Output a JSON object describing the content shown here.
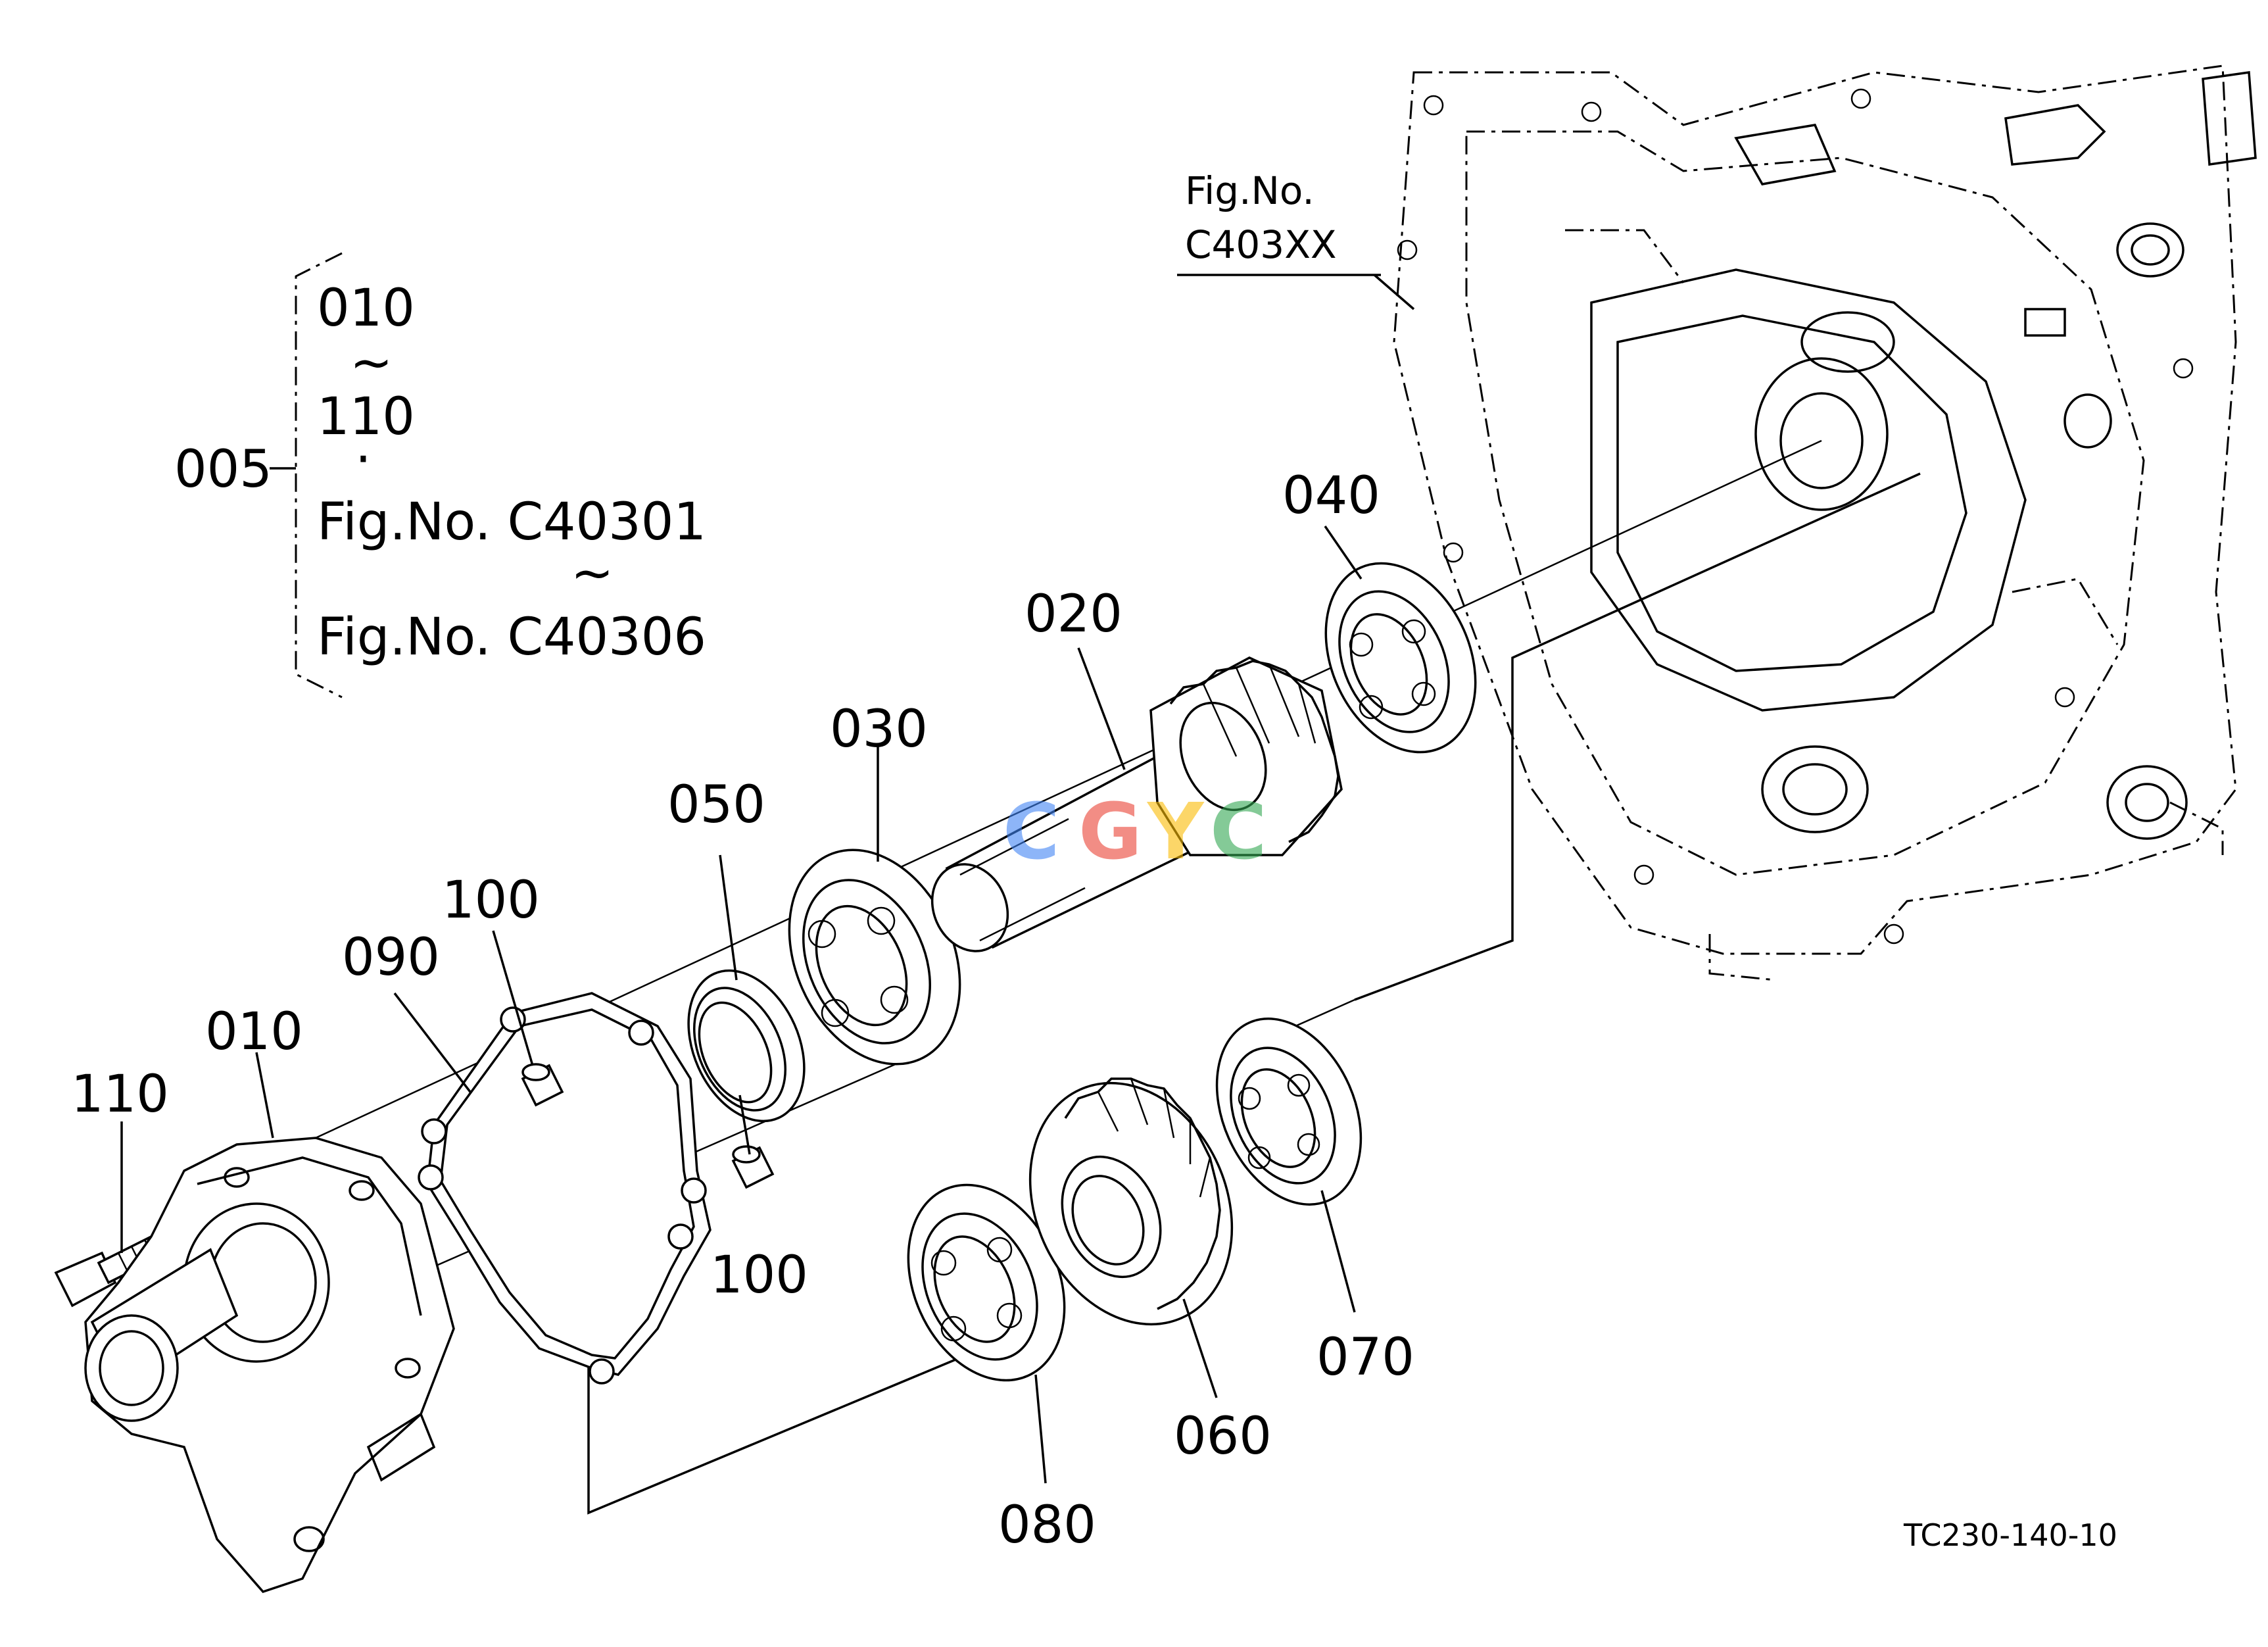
{
  "bracket_group": {
    "assembly_no": "005",
    "range_start": "010",
    "tilde_1": "~",
    "range_end": "110",
    "dot": "·",
    "fig_ref_start": "Fig.No. C40301",
    "tilde_2": "~",
    "fig_ref_end": "Fig.No. C40306"
  },
  "housing_ref": {
    "line1": "Fig.No.",
    "line2": "C403XX"
  },
  "part_labels": {
    "p010": "010",
    "p020": "020",
    "p030": "030",
    "p040": "040",
    "p050": "050",
    "p060": "060",
    "p070": "070",
    "p080": "080",
    "p090": "090",
    "p100_top": "100",
    "p100_bottom": "100",
    "p110": "110"
  },
  "watermark": {
    "letters": [
      "C",
      "G",
      "Y",
      "C"
    ],
    "colors": [
      "#4285F4",
      "#EA4335",
      "#FBBC05",
      "#34A853"
    ]
  },
  "drawing_code": "TC230-140-10"
}
